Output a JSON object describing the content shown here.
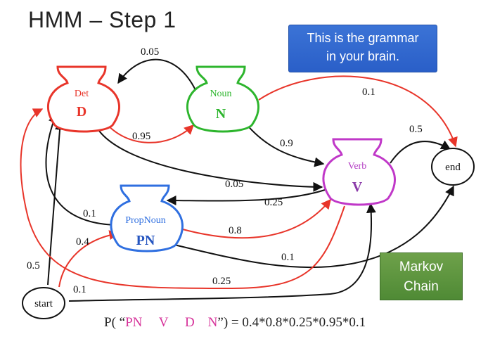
{
  "title": "HMM – Step 1",
  "grammar_note": [
    "This is the grammar",
    "in your brain."
  ],
  "markov_note": [
    "Markov",
    "Chain"
  ],
  "colors": {
    "det": "#e8352a",
    "noun": "#2db52d",
    "verb": "#b43fc4",
    "propnoun": "#2f6fe0",
    "black": "#111111",
    "red_edge": "#e8352a"
  },
  "nodes": {
    "det": {
      "name": "Det",
      "symbol": "D"
    },
    "noun": {
      "name": "Noun",
      "symbol": "N"
    },
    "verb": {
      "name": "Verb",
      "symbol": "V"
    },
    "propnoun": {
      "name": "PropNoun",
      "symbol": "PN"
    },
    "start": {
      "label": "start"
    },
    "end": {
      "label": "end"
    }
  },
  "edge_labels": {
    "noun_det": "0.05",
    "det_noun": "0.95",
    "noun_end": "0.1",
    "verb_end": "0.5",
    "noun_verb": "0.9",
    "det_verb": "0.05",
    "verb_pn": "0.25",
    "pn_det": "0.1",
    "pn_verb": "0.8",
    "pn_end": "0.1",
    "start_pn": "0.4",
    "start_det": "0.5",
    "verb_det": "0.25",
    "start_verb": "0.1"
  },
  "formula": {
    "prefix": "P( “",
    "tokens": [
      "PN",
      "V",
      "D",
      "N"
    ],
    "suffix": "”) = 0.4*0.8*0.25*0.95*0.1"
  }
}
